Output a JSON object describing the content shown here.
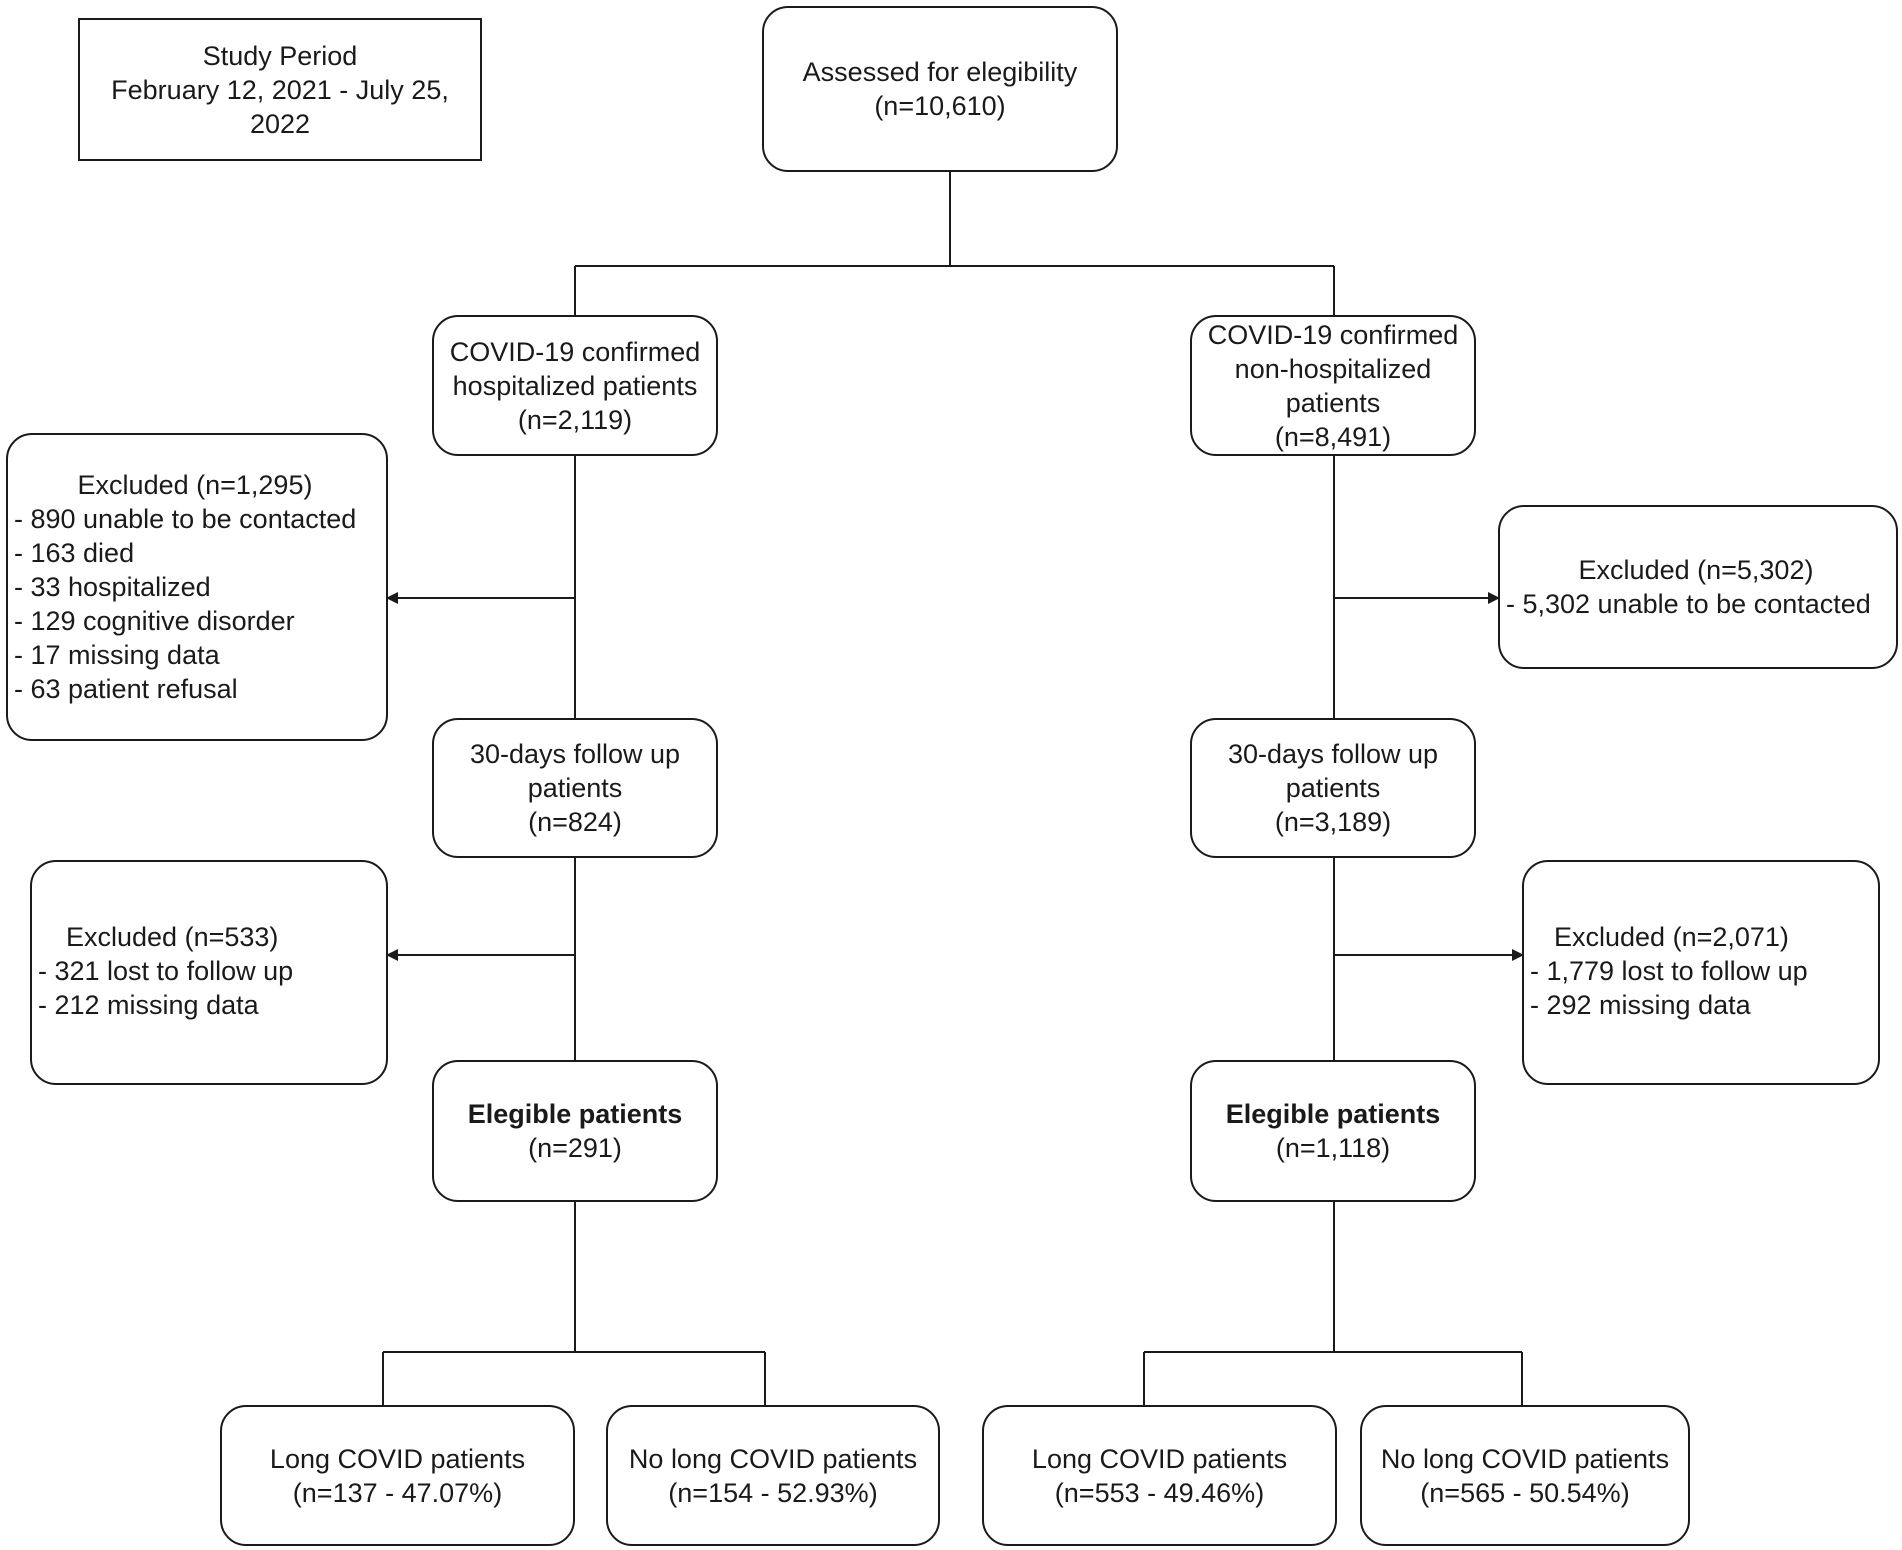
{
  "study_period": {
    "title": "Study Period",
    "line1": "February 12, 2021 - July 25,",
    "line2": "2022"
  },
  "assessed": {
    "label": "Assessed for elegibility",
    "count": "(n=10,610)"
  },
  "hospitalized": {
    "line1": "COVID-19 confirmed",
    "line2": "hospitalized patients",
    "count": "(n=2,119)",
    "excluded1": {
      "title": "Excluded (n=1,295)",
      "items": [
        "- 890 unable to be contacted",
        "- 163 died",
        "- 33 hospitalized",
        "- 129 cognitive disorder",
        "- 17 missing data",
        "- 63 patient refusal"
      ]
    },
    "followup": {
      "line1": "30-days follow up",
      "line2": "patients",
      "count": "(n=824)"
    },
    "excluded2": {
      "title": "Excluded (n=533)",
      "items": [
        "- 321 lost to follow up",
        "- 212 missing data"
      ]
    },
    "eligible": {
      "label": "Elegible patients",
      "count": "(n=291)"
    },
    "long_covid": {
      "label": "Long COVID patients",
      "count": "(n=137 - 47.07%)"
    },
    "no_long_covid": {
      "label": "No long COVID patients",
      "count": "(n=154 - 52.93%)"
    }
  },
  "non_hospitalized": {
    "line1": "COVID-19 confirmed",
    "line2": "non-hospitalized",
    "line3": "patients",
    "count": "(n=8,491)",
    "excluded1": {
      "title": "Excluded (n=5,302)",
      "items": [
        "- 5,302 unable to be contacted"
      ]
    },
    "followup": {
      "line1": "30-days follow up",
      "line2": "patients",
      "count": "(n=3,189)"
    },
    "excluded2": {
      "title": "Excluded (n=2,071)",
      "items": [
        "- 1,779 lost to follow up",
        "- 292 missing data"
      ]
    },
    "eligible": {
      "label": "Elegible patients",
      "count": "(n=1,118)"
    },
    "long_covid": {
      "label": "Long COVID patients",
      "count": "(n=553 - 49.46%)"
    },
    "no_long_covid": {
      "label": "No long COVID patients",
      "count": "(n=565 - 50.54%)"
    }
  }
}
